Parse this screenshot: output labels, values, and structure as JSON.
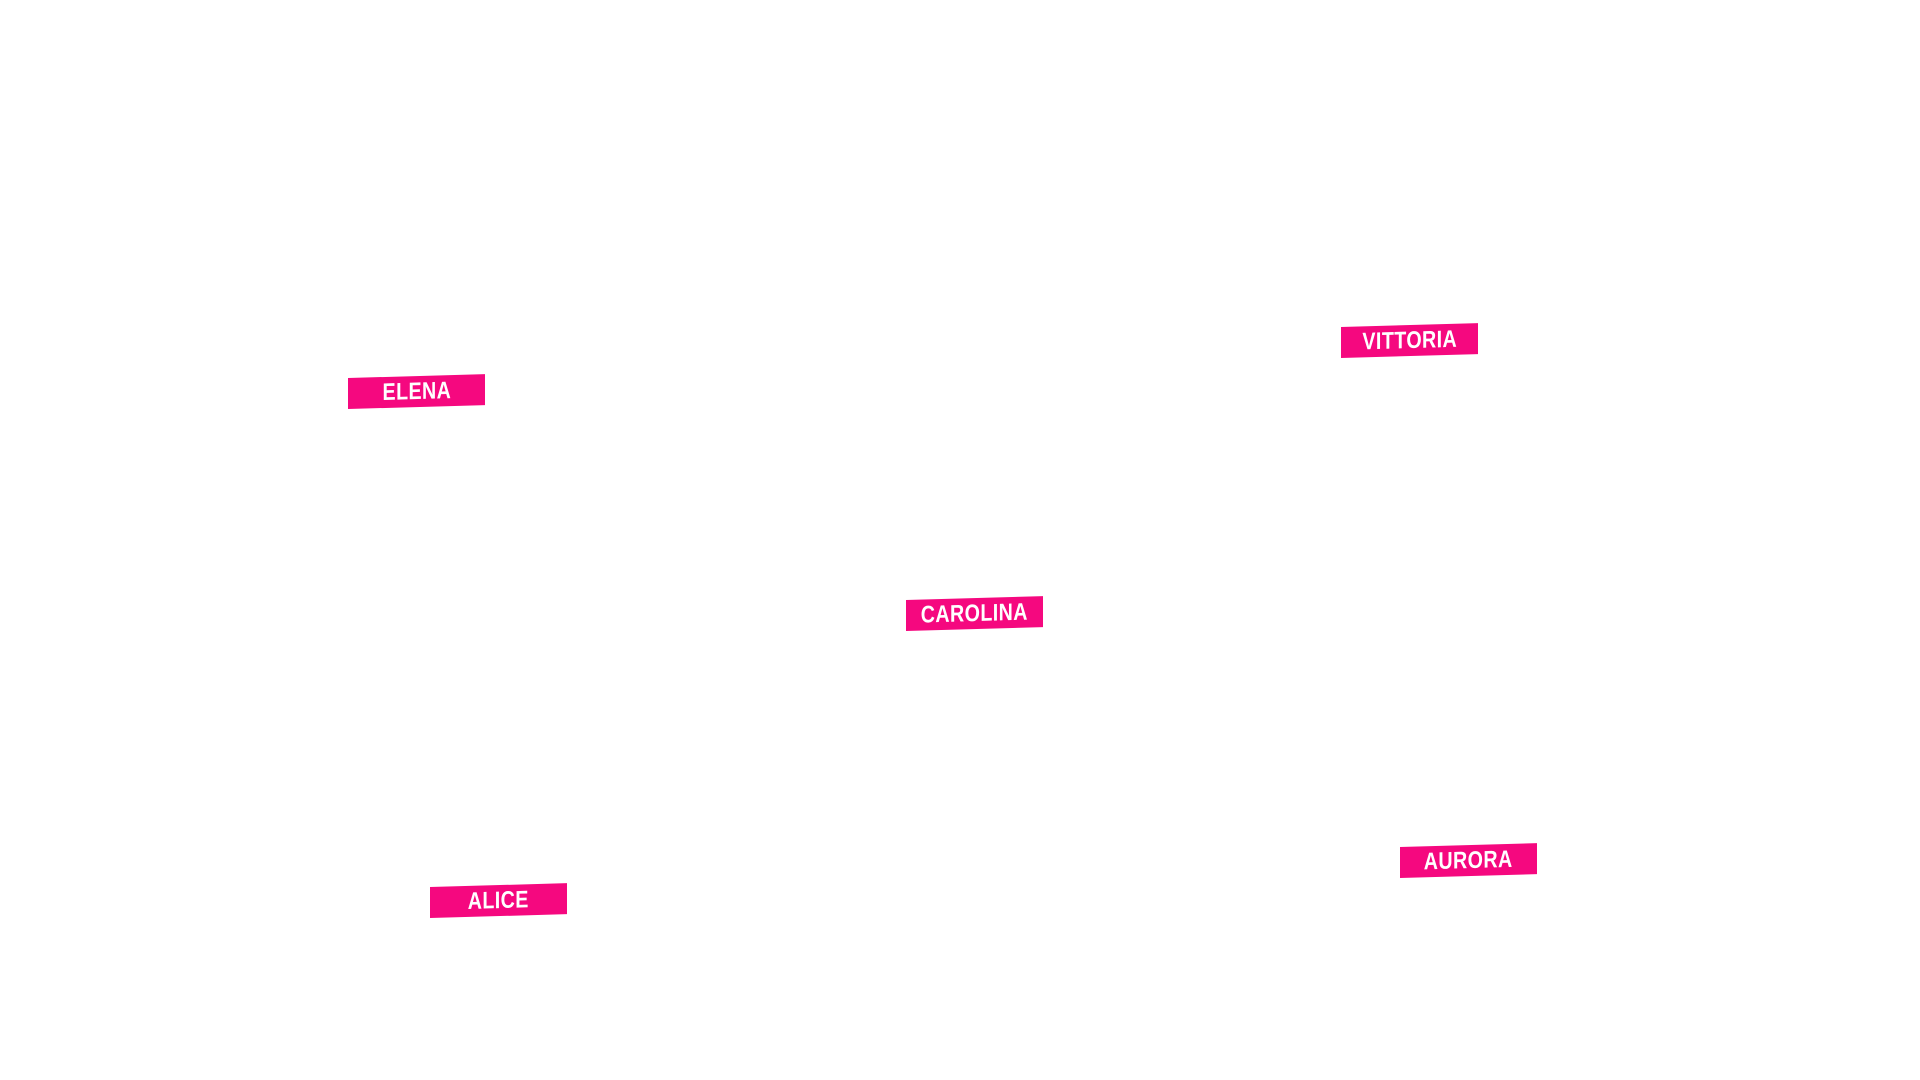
{
  "theme": {
    "tag_color": "#f5087f",
    "text_color": "#ffffff",
    "background": "#ffffff"
  },
  "names": [
    "ELENA",
    "VITTORIA",
    "CAROLINA",
    "AURORA",
    "ALICE"
  ]
}
